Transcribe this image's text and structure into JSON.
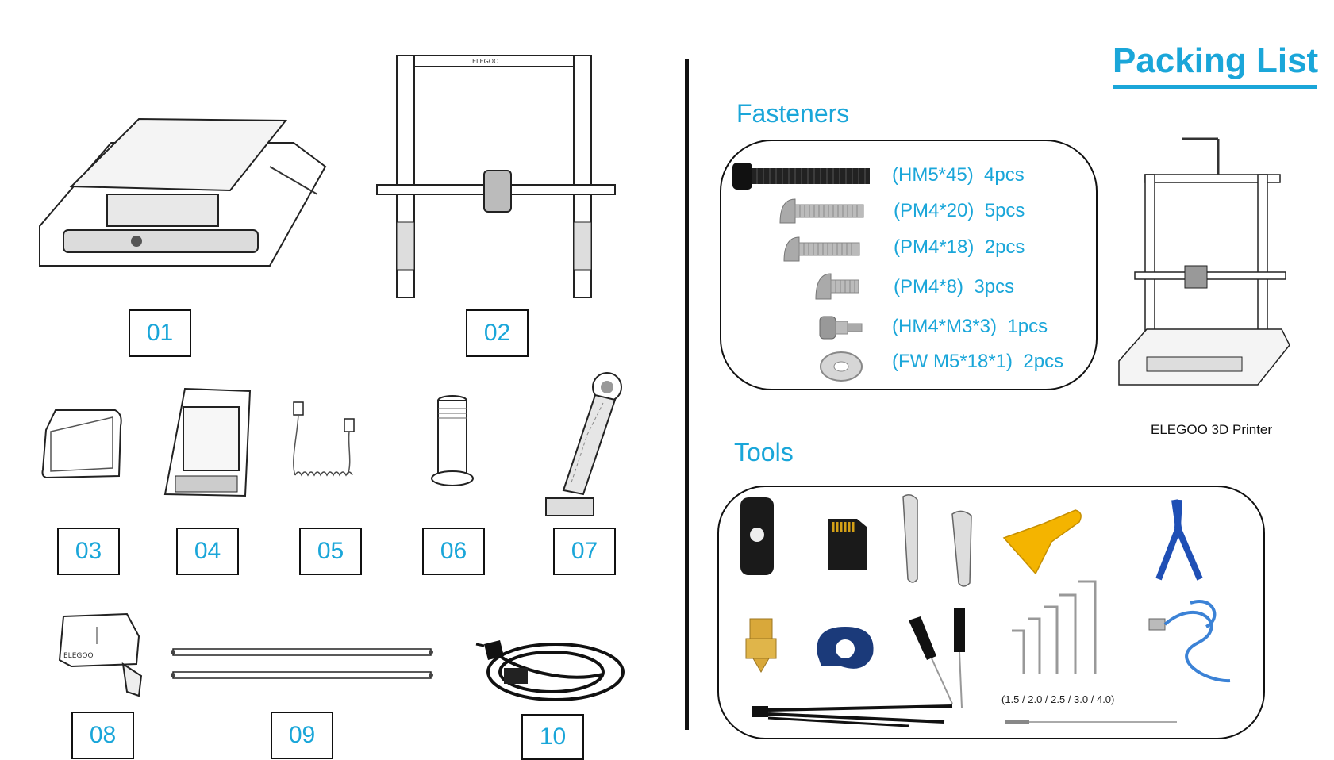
{
  "page": {
    "title": "Packing List",
    "accent_color": "#1aa6d9"
  },
  "parts": [
    {
      "num": "01",
      "icon": "printer-base-icon"
    },
    {
      "num": "02",
      "icon": "gantry-frame-icon"
    },
    {
      "num": "03",
      "icon": "tool-tray-icon"
    },
    {
      "num": "04",
      "icon": "touch-screen-icon"
    },
    {
      "num": "05",
      "icon": "coiled-cable-icon"
    },
    {
      "num": "06",
      "icon": "spool-holder-tube-icon"
    },
    {
      "num": "07",
      "icon": "spool-arm-icon"
    },
    {
      "num": "08",
      "icon": "bracket-icon"
    },
    {
      "num": "09",
      "icon": "support-rods-icon"
    },
    {
      "num": "10",
      "icon": "power-cord-icon"
    }
  ],
  "fasteners": {
    "heading": "Fasteners",
    "items": [
      {
        "code": "(HM5*45)",
        "qty": "4pcs",
        "icon": "hex-socket-screw-icon"
      },
      {
        "code": "(PM4*20)",
        "qty": "5pcs",
        "icon": "button-head-screw-icon"
      },
      {
        "code": "(PM4*18)",
        "qty": "2pcs",
        "icon": "button-head-screw-icon"
      },
      {
        "code": "(PM4*8)",
        "qty": "3pcs",
        "icon": "short-screw-icon"
      },
      {
        "code": "(HM4*M3*3)",
        "qty": "1pcs",
        "icon": "shoulder-screw-icon"
      },
      {
        "code": "(FW M5*18*1)",
        "qty": "2pcs",
        "icon": "flat-washer-icon"
      }
    ]
  },
  "printer": {
    "caption": "ELEGOO 3D Printer"
  },
  "tools": {
    "heading": "Tools",
    "hex_key_sizes": "(1.5 / 2.0 / 2.5 / 3.0 / 4.0)",
    "items": [
      "card-reader-icon",
      "microsd-card-icon",
      "wrench-icon",
      "scraper-icon",
      "wire-cutter-icon",
      "nozzle-icon",
      "cable-clip-icon",
      "screwdriver-icon",
      "hex-keys-icon",
      "usb-cable-icon",
      "cable-ties-icon",
      "needle-icon"
    ]
  }
}
